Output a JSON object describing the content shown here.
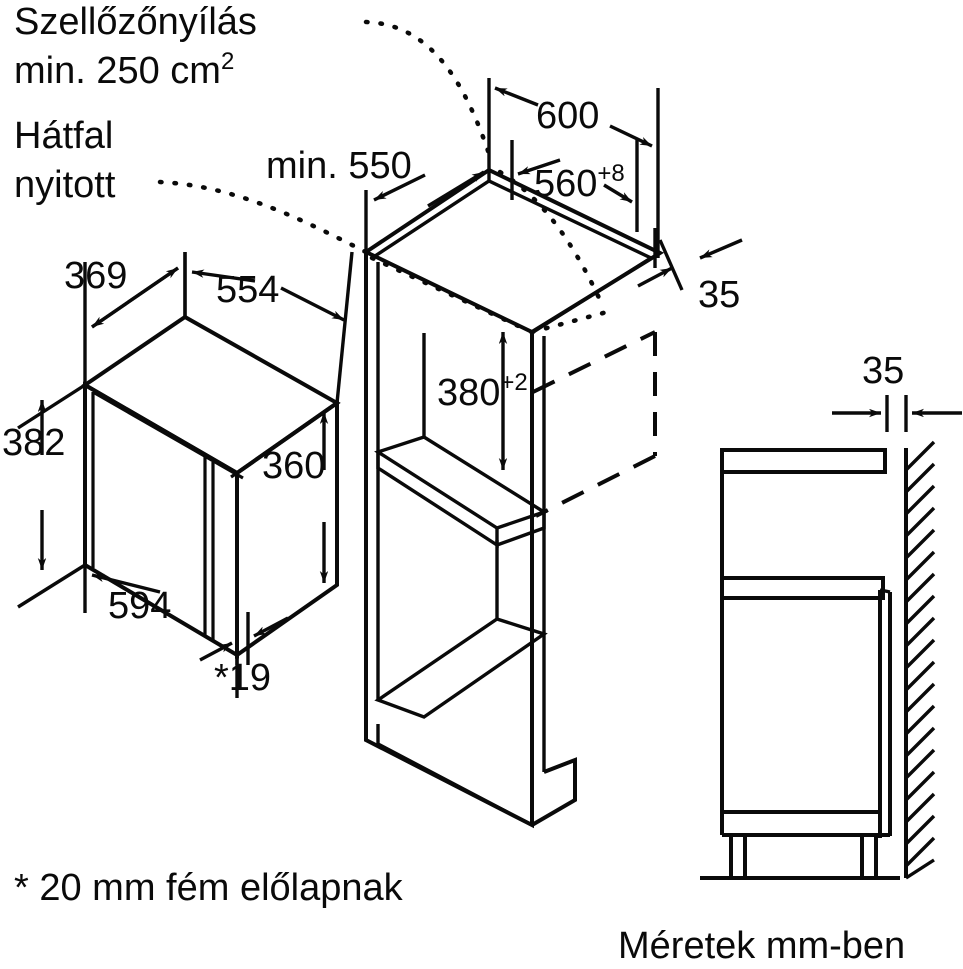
{
  "document": {
    "kind": "appliance-installation-dimension-drawing",
    "language": "hu",
    "units_note": "Méretek mm-ben",
    "footnote": "* 20 mm fém előlapnak"
  },
  "annotations": {
    "vent_line1": "Szellőzőnyílás",
    "vent_line2": "min. 250 cm",
    "vent_sup": "2",
    "backwall_line1": "Hátfal",
    "backwall_line2": "nyitott"
  },
  "dimensions": {
    "niche_depth": "min. 550",
    "cabinet_width_outer": "600",
    "niche_width": "560",
    "niche_width_tol": "+8",
    "panel_offset_top": "35",
    "niche_height": "380",
    "niche_height_tol": "+2",
    "appliance_depth": "369",
    "appliance_body_width": "554",
    "appliance_front_height": "382",
    "appliance_body_height": "360",
    "appliance_front_width": "594",
    "front_panel_thickness": "*19",
    "wall_gap": "35"
  },
  "colors": {
    "line": "#0a0a0a",
    "text": "#0a0a0a",
    "background": "#ffffff"
  }
}
